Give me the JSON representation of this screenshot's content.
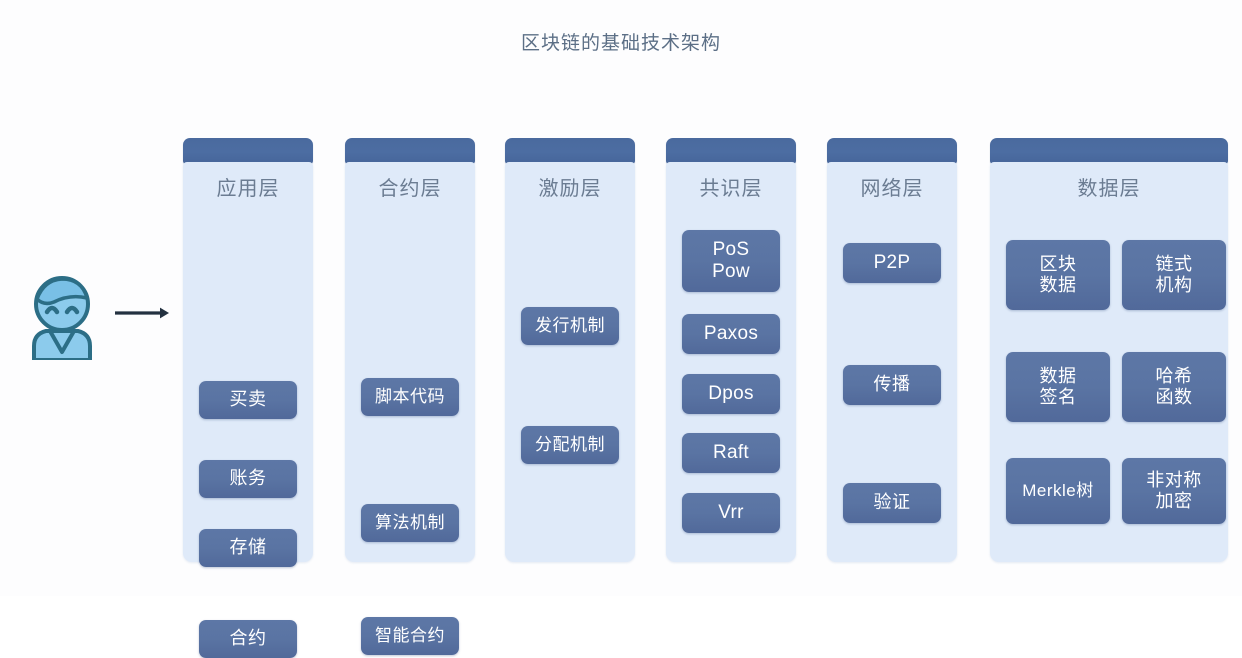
{
  "title": "区块链的基础技术架构",
  "colors": {
    "header_bar": "#4a6a9e",
    "column_body": "#dfeaf9",
    "tile": "#5a74a3",
    "tile_text": "#ffffff",
    "layer_title_text": "#6b7c92",
    "title_text": "#5c6f86",
    "avatar_fill": "#8ccbec",
    "avatar_stroke": "#2c6e86",
    "arrow": "#233140",
    "background": "#fdfdfe"
  },
  "actor": {
    "icon": "person-icon",
    "arrow_icon": "arrow-right-icon"
  },
  "columns": [
    {
      "id": "application",
      "title": "应用层",
      "tiles": [
        {
          "label": "买卖"
        },
        {
          "label": "账务"
        },
        {
          "label": "存储"
        },
        {
          "label": "合约"
        }
      ]
    },
    {
      "id": "contract",
      "title": "合约层",
      "tiles": [
        {
          "label": "脚本代码"
        },
        {
          "label": "算法机制"
        },
        {
          "label": "智能合约"
        }
      ]
    },
    {
      "id": "incentive",
      "title": "激励层",
      "tiles": [
        {
          "label": "发行机制"
        },
        {
          "label": "分配机制"
        }
      ]
    },
    {
      "id": "consensus",
      "title": "共识层",
      "tiles": [
        {
          "label": "PoS\nPow"
        },
        {
          "label": "Paxos"
        },
        {
          "label": "Dpos"
        },
        {
          "label": "Raft"
        },
        {
          "label": "Vrr"
        }
      ]
    },
    {
      "id": "network",
      "title": "网络层",
      "tiles": [
        {
          "label": "P2P"
        },
        {
          "label": "传播"
        },
        {
          "label": "验证"
        }
      ]
    },
    {
      "id": "data",
      "title": "数据层",
      "tiles": [
        {
          "label": "区块\n数据"
        },
        {
          "label": "链式\n机构"
        },
        {
          "label": "数据\n签名"
        },
        {
          "label": "哈希\n函数"
        },
        {
          "label": "Merkle树"
        },
        {
          "label": "非对称\n加密"
        }
      ]
    }
  ]
}
